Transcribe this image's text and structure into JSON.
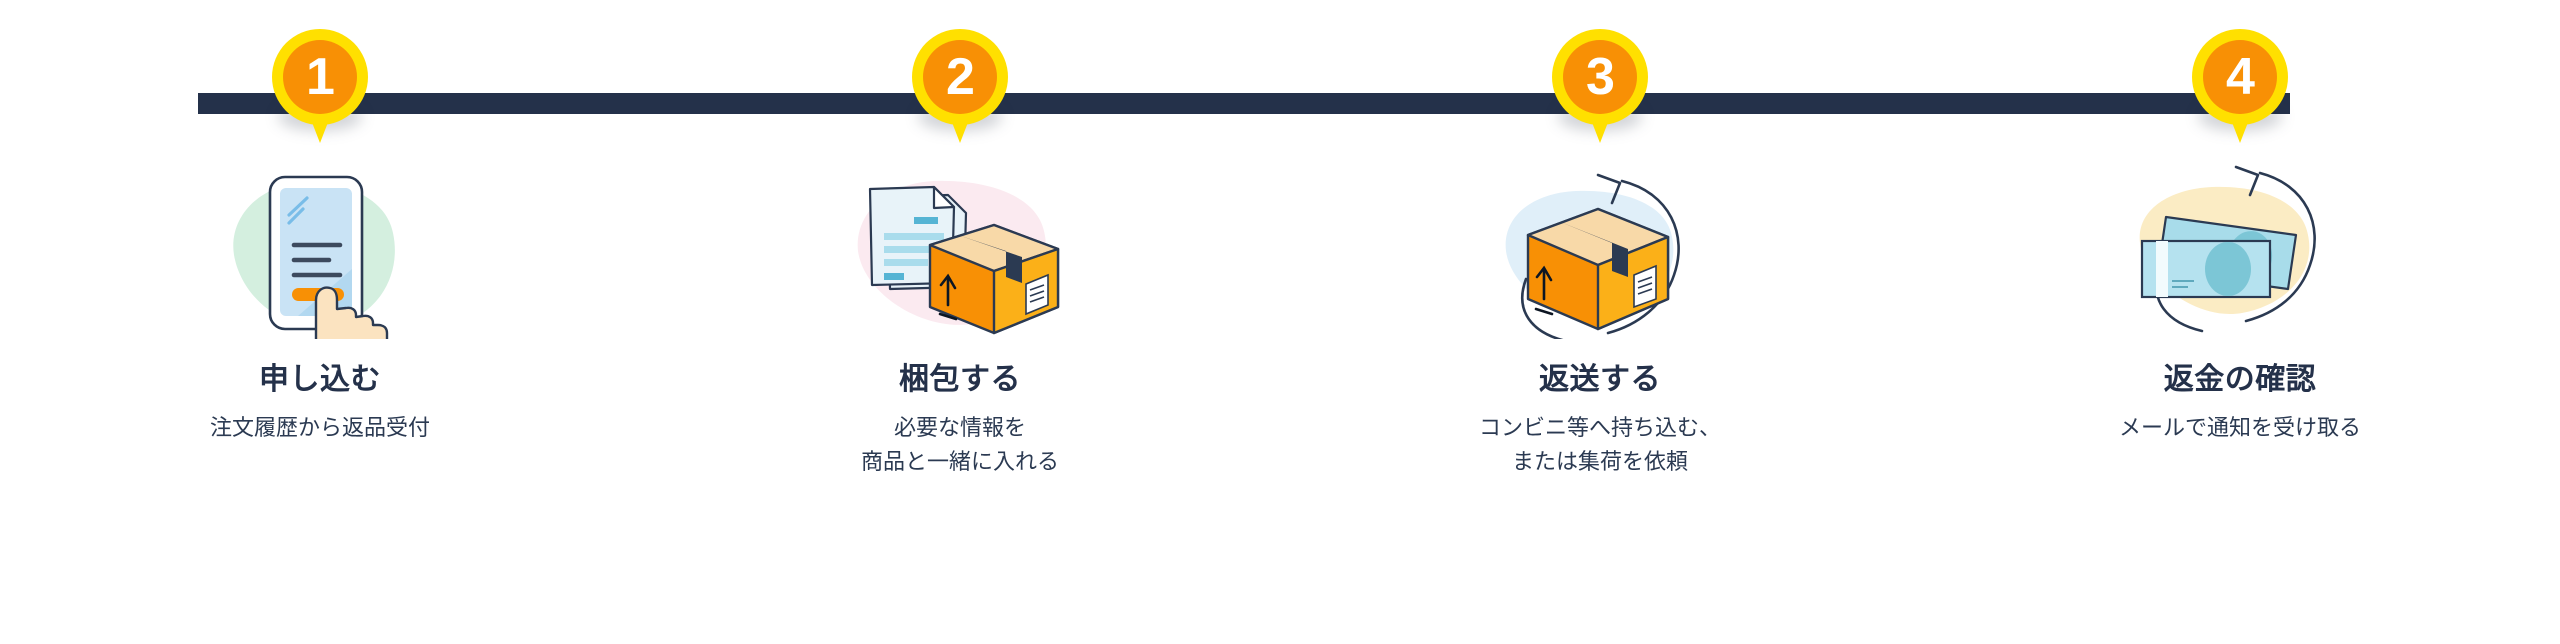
{
  "theme": {
    "pin_ring_color": "#ffe000",
    "pin_core_color": "#f89005",
    "pin_number_color": "#ffffff",
    "connector_color": "#24314a",
    "title_color": "#24314a",
    "description_color": "#2b3a52",
    "background_color": "#ffffff"
  },
  "connector": {
    "name": "progress-connector-bar"
  },
  "steps": [
    {
      "number": "1",
      "title": "申し込む",
      "description_lines": [
        "注文履歴から返品受付"
      ],
      "illustration": "phone-tap-icon"
    },
    {
      "number": "2",
      "title": "梱包する",
      "description_lines": [
        "必要な情報を",
        "商品と一緒に入れる"
      ],
      "illustration": "documents-and-box-icon"
    },
    {
      "number": "3",
      "title": "返送する",
      "description_lines": [
        "コンビニ等へ持ち込む、",
        "または集荷を依頼"
      ],
      "illustration": "box-return-arrow-icon"
    },
    {
      "number": "4",
      "title": "返金の確認",
      "description_lines": [
        "メールで通知を受け取る"
      ],
      "illustration": "banknotes-refund-icon"
    }
  ]
}
